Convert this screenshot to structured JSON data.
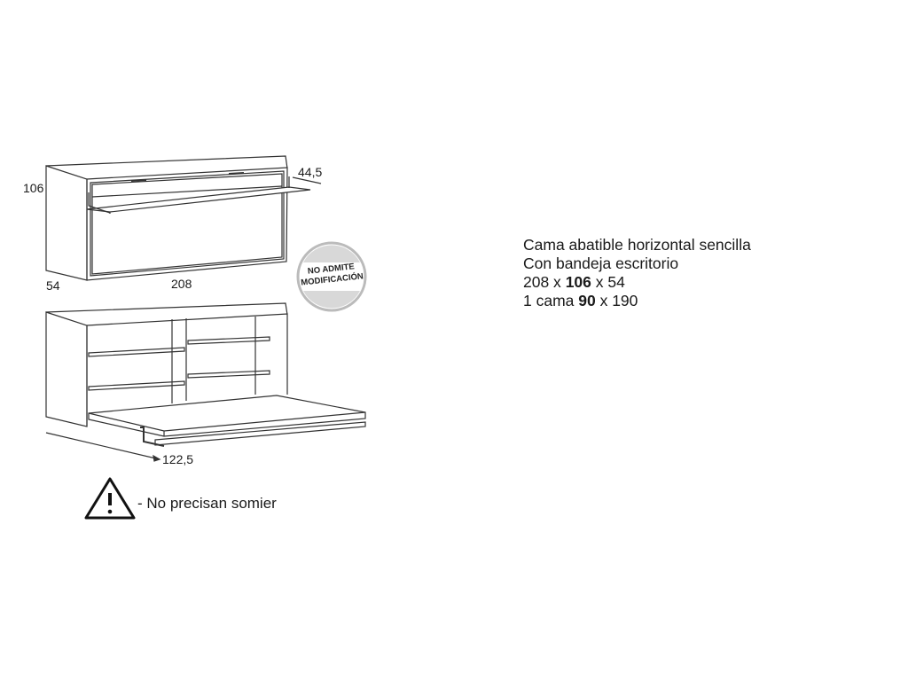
{
  "dimensions": {
    "height": "106",
    "depth": "54",
    "width": "208",
    "desk_depth": "44,5",
    "open_depth": "122,5"
  },
  "badge": {
    "line1": "NO ADMITE",
    "line2": "MODIFICACIÓN"
  },
  "description": {
    "title": "Cama abatible horizontal sencilla",
    "subtitle": "Con bandeja escritorio",
    "size_a": "208 x ",
    "size_b": "106",
    "size_c": " x 54",
    "bed_a": "1 cama ",
    "bed_b": "90",
    "bed_c": " x 190"
  },
  "warning": {
    "icon": "warning-triangle-icon",
    "text": "- No precisan somier"
  }
}
